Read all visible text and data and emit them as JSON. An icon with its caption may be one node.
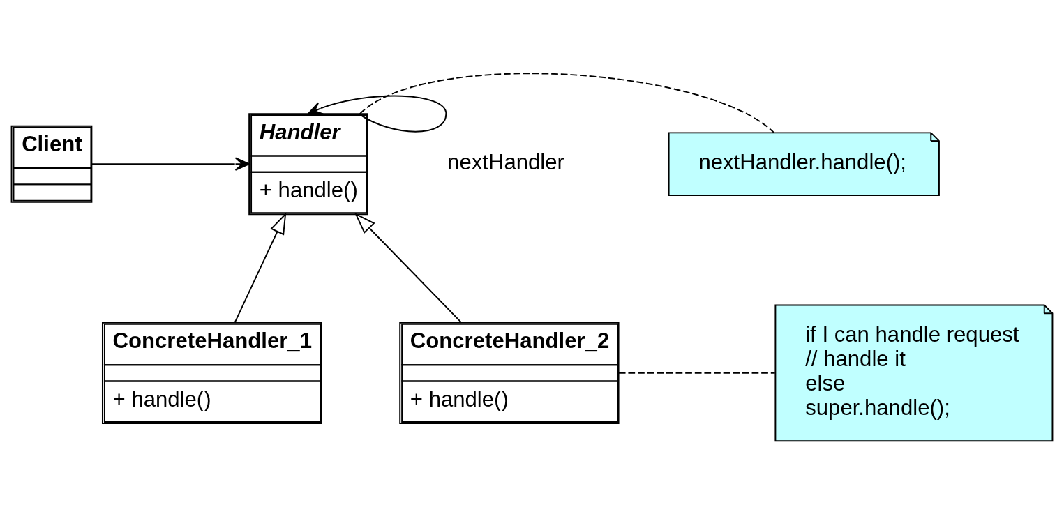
{
  "diagram": {
    "nodes": [
      {
        "text": [
          "Client"
        ]
      },
      {
        "text": [
          "Handler",
          "+ handle()"
        ]
      },
      {
        "text": [
          "nextHandler.handle();"
        ]
      },
      {
        "text": [
          "ConcreteHandler_1",
          "+ handle()"
        ]
      },
      {
        "text": [
          "ConcreteHandler_2",
          "+ handle()"
        ]
      },
      {
        "text": [
          "if I can handle request",
          "// handle it",
          "else",
          "super.handle();"
        ]
      }
    ],
    "edges": [
      {
        "from": 0,
        "to": 1,
        "arrow": "to"
      },
      {
        "from": 1,
        "to": 1,
        "arrow": "to",
        "label": "nextHandler"
      },
      {
        "from": 1,
        "to": 2,
        "arrow": "none",
        "style": "dashed"
      },
      {
        "from": 3,
        "to": 1,
        "arrow": "to"
      },
      {
        "from": 4,
        "to": 1,
        "arrow": "to"
      },
      {
        "from": 4,
        "to": 5,
        "arrow": "none",
        "style": "dashed"
      }
    ]
  }
}
